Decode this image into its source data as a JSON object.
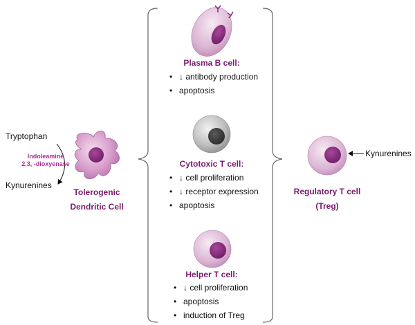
{
  "left": {
    "substrate": "Tryptophan",
    "enzyme_line1": "Indoleamine",
    "enzyme_line2": "2,3, -dioxyenase",
    "product": "Kynurenines",
    "cell_line1": "Tolerogenic",
    "cell_line2": "Dendritic Cell"
  },
  "middle": {
    "plasma": {
      "title": "Plasma B cell:",
      "effects": [
        "↓ antibody production",
        "apoptosis"
      ]
    },
    "cytotoxic": {
      "title": "Cytotoxic T cell:",
      "effects": [
        "↓ cell proliferation",
        "↓ receptor expression",
        "apoptosis"
      ]
    },
    "helper": {
      "title": "Helper T cell:",
      "effects": [
        "↓ cell proliferation",
        "apoptosis",
        "induction of Treg"
      ]
    }
  },
  "right": {
    "kynurenines": "Kynurenines",
    "cell_line1": "Regulatory T cell",
    "cell_line2": "(Treg)"
  },
  "colors": {
    "title_purple": "#7a1a6e",
    "enzyme_pink": "#b02a97",
    "nucleus_purple": "#8a2c7f",
    "cell_pink": "#dcb5d4",
    "cytotoxic_gray": "#b8b8b8"
  }
}
